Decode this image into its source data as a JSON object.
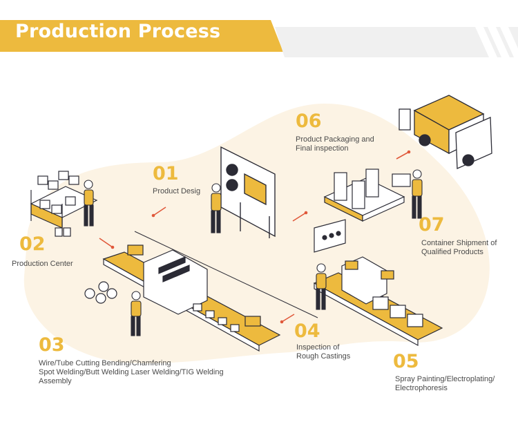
{
  "title": "Production Process",
  "colors": {
    "accent": "#EDBA3E",
    "blob": "#FCF3E4",
    "line": "#E0583A",
    "ink": "#2B2B35",
    "text": "#4a4a4a"
  },
  "steps": [
    {
      "number": "01",
      "lines": [
        "Product Desig"
      ]
    },
    {
      "number": "02",
      "lines": [
        "Production Center"
      ]
    },
    {
      "number": "03",
      "lines": [
        "Wire/Tube Cutting Bending/Chamfering",
        "Spot Welding/Butt Welding Laser Welding/TIG Welding",
        "Assembly"
      ]
    },
    {
      "number": "04",
      "lines": [
        "Inspection of",
        "Rough Castings"
      ]
    },
    {
      "number": "05",
      "lines": [
        "Spray Painting/Electroplating/",
        "Electrophoresis"
      ]
    },
    {
      "number": "06",
      "lines": [
        "Product Packaging and",
        "Final inspection"
      ]
    },
    {
      "number": "07",
      "lines": [
        "Container Shipment of",
        "Qualified Products"
      ]
    }
  ]
}
